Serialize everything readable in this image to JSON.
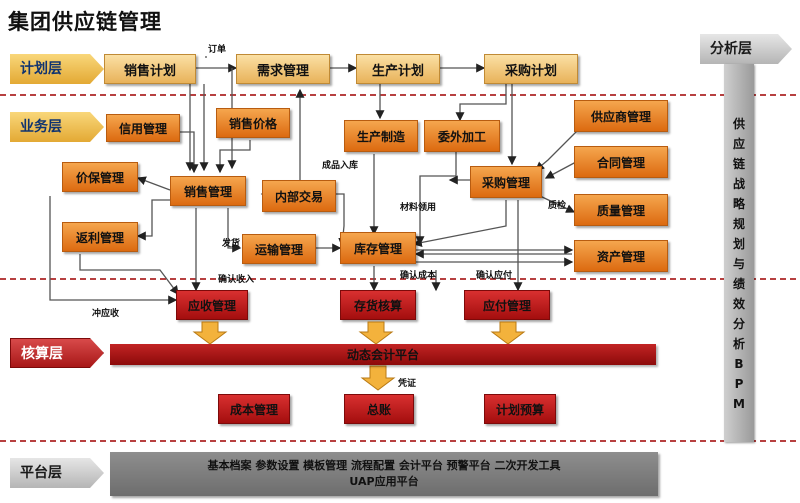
{
  "title": "集团供应链管理",
  "layers": {
    "plan": "计划层",
    "business": "业务层",
    "accounting": "核算层",
    "platform": "平台层",
    "analysis": "分析层"
  },
  "plan_nodes": [
    "销售计划",
    "需求管理",
    "生产计划",
    "采购计划"
  ],
  "business_nodes": {
    "credit": "信用管理",
    "sales_price": "销售价格",
    "price_protect": "价保管理",
    "rebate": "返利管理",
    "sales_mgmt": "销售管理",
    "internal_trade": "内部交易",
    "transport": "运输管理",
    "inventory": "库存管理",
    "production": "生产制造",
    "outsourcing": "委外加工",
    "purchase_mgmt": "采购管理",
    "supplier": "供应商管理",
    "contract": "合同管理",
    "quality": "质量管理",
    "asset": "资产管理"
  },
  "accounting_nodes": {
    "receivable": "应收管理",
    "inventory_acct": "存货核算",
    "payable": "应付管理",
    "dynamic_platform": "动态会计平台",
    "cost": "成本管理",
    "ledger": "总账",
    "budget": "计划预算"
  },
  "edge_labels": {
    "order": "订单",
    "finished_in": "成品入库",
    "material_use": "材料领用",
    "ship": "发货",
    "confirm_income": "确认收入",
    "confirm_cost": "确认成本",
    "confirm_payable": "确认应付",
    "offset_receivable": "冲应收",
    "qc": "质检",
    "voucher": "凭证"
  },
  "analysis_side": [
    "供",
    "应",
    "链",
    "战",
    "略",
    "规",
    "划",
    "与",
    "绩",
    "效",
    "分",
    "析",
    "B",
    "P",
    "M"
  ],
  "platform_text": {
    "line1": "基本档案 参数设置 模板管理 流程配置 会计平台  预警平台 二次开发工具",
    "line2": "UAP应用平台"
  }
}
